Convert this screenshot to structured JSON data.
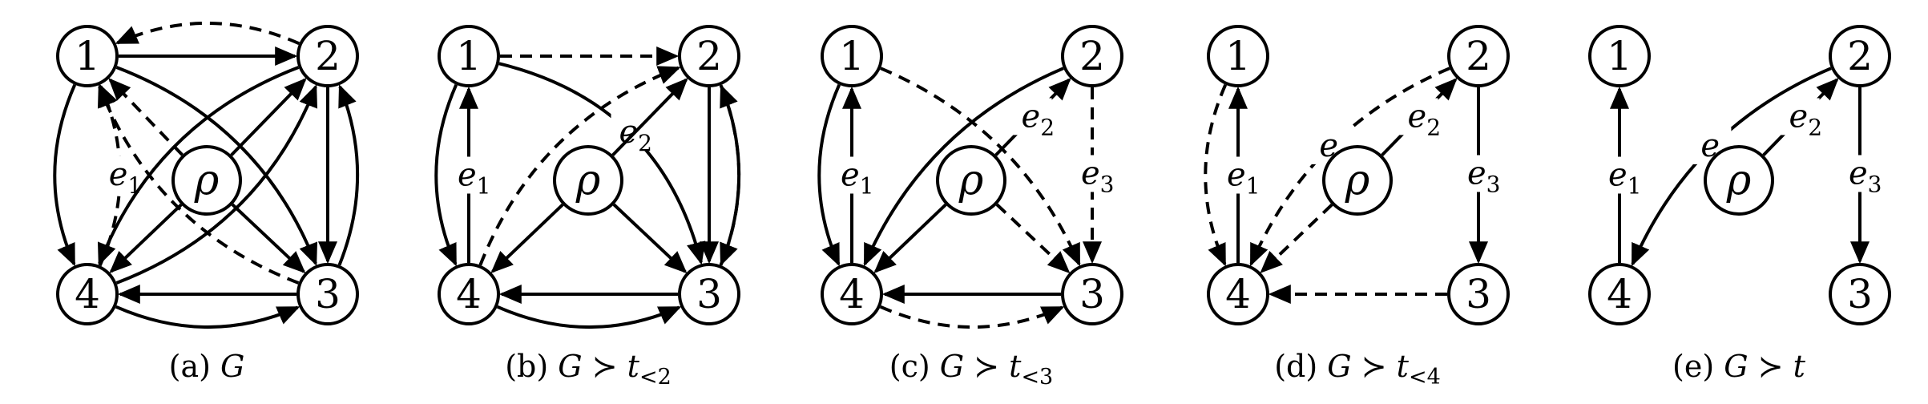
{
  "rho_label": "ρ",
  "panels": [
    {
      "caption": "(a) G",
      "nodes": [
        "1",
        "2",
        "3",
        "4"
      ],
      "edges": [
        {
          "from": "1",
          "to": "2",
          "style": "solid",
          "bend": 0
        },
        {
          "from": "2",
          "to": "1",
          "style": "dashed",
          "bend": 0.22
        },
        {
          "from": "4",
          "to": "1",
          "style": "dashed",
          "bend": 0.22,
          "label": "e1"
        },
        {
          "from": "1",
          "to": "4",
          "style": "solid",
          "bend": 0.22
        },
        {
          "from": "1",
          "to": "3",
          "style": "solid",
          "bend": -0.22
        },
        {
          "from": "3",
          "to": "1",
          "style": "dashed",
          "bend": -0.22
        },
        {
          "from": "2",
          "to": "3",
          "style": "solid",
          "bend": 0
        },
        {
          "from": "3",
          "to": "2",
          "style": "solid",
          "bend": 0.2
        },
        {
          "from": "2",
          "to": "4",
          "style": "solid",
          "bend": 0.22
        },
        {
          "from": "4",
          "to": "2",
          "style": "solid",
          "bend": 0.22
        },
        {
          "from": "3",
          "to": "4",
          "style": "solid",
          "bend": 0
        },
        {
          "from": "4",
          "to": "3",
          "style": "solid",
          "bend": 0.22
        },
        {
          "from": "rho",
          "to": "1",
          "style": "dashed",
          "bend": 0
        },
        {
          "from": "rho",
          "to": "2",
          "style": "solid",
          "bend": 0
        },
        {
          "from": "rho",
          "to": "3",
          "style": "solid",
          "bend": 0
        },
        {
          "from": "rho",
          "to": "4",
          "style": "solid",
          "bend": 0
        }
      ]
    },
    {
      "caption": "(b) G ≻ t<2",
      "nodes": [
        "1",
        "2",
        "3",
        "4"
      ],
      "edges": [
        {
          "from": "1",
          "to": "2",
          "style": "dashed",
          "bend": 0
        },
        {
          "from": "4",
          "to": "1",
          "style": "solid",
          "bend": 0,
          "label": "e1"
        },
        {
          "from": "1",
          "to": "4",
          "style": "solid",
          "bend": 0.22
        },
        {
          "from": "1",
          "to": "3",
          "style": "solid",
          "bend": -0.3,
          "label": "e2"
        },
        {
          "from": "4",
          "to": "2",
          "style": "dashed",
          "bend": -0.22
        },
        {
          "from": "2",
          "to": "3",
          "style": "solid",
          "bend": 0
        },
        {
          "from": "2",
          "to": "3",
          "style": "dashed",
          "bend": -0.2
        },
        {
          "from": "3",
          "to": "2",
          "style": "solid",
          "bend": 0.2
        },
        {
          "from": "3",
          "to": "4",
          "style": "solid",
          "bend": 0
        },
        {
          "from": "4",
          "to": "3",
          "style": "solid",
          "bend": 0.22
        },
        {
          "from": "rho",
          "to": "2",
          "style": "solid",
          "bend": 0
        },
        {
          "from": "rho",
          "to": "3",
          "style": "solid",
          "bend": 0
        },
        {
          "from": "rho",
          "to": "4",
          "style": "solid",
          "bend": 0
        }
      ]
    },
    {
      "caption": "(c) G ≻ t<3",
      "nodes": [
        "1",
        "2",
        "3",
        "4"
      ],
      "edges": [
        {
          "from": "1",
          "to": "3",
          "style": "dashed",
          "bend": -0.2
        },
        {
          "from": "4",
          "to": "1",
          "style": "solid",
          "bend": 0,
          "label": "e1"
        },
        {
          "from": "1",
          "to": "4",
          "style": "solid",
          "bend": 0.22
        },
        {
          "from": "rho",
          "to": "2",
          "style": "solid",
          "bend": 0,
          "label": "e2"
        },
        {
          "from": "2",
          "to": "3",
          "style": "dashed",
          "bend": 0,
          "label": "e3"
        },
        {
          "from": "2",
          "to": "4",
          "style": "solid",
          "bend": 0.2
        },
        {
          "from": "3",
          "to": "4",
          "style": "solid",
          "bend": 0
        },
        {
          "from": "4",
          "to": "3",
          "style": "dashed",
          "bend": 0.22
        },
        {
          "from": "rho",
          "to": "3",
          "style": "dashed",
          "bend": 0
        },
        {
          "from": "rho",
          "to": "4",
          "style": "solid",
          "bend": 0
        }
      ]
    },
    {
      "caption": "(d) G ≻ t<4",
      "nodes": [
        "1",
        "2",
        "3",
        "4"
      ],
      "edges": [
        {
          "from": "4",
          "to": "1",
          "style": "solid",
          "bend": 0,
          "label": "e1"
        },
        {
          "from": "1",
          "to": "4",
          "style": "dashed",
          "bend": 0.22
        },
        {
          "from": "rho",
          "to": "2",
          "style": "solid",
          "bend": 0,
          "label": "e2"
        },
        {
          "from": "2",
          "to": "3",
          "style": "solid",
          "bend": 0,
          "label": "e3"
        },
        {
          "from": "2",
          "to": "4",
          "style": "dashed",
          "bend": 0.2,
          "label": "e4"
        },
        {
          "from": "3",
          "to": "4",
          "style": "dashed",
          "bend": 0
        },
        {
          "from": "rho",
          "to": "4",
          "style": "dashed",
          "bend": 0
        }
      ]
    },
    {
      "caption": "(e) G ≻ t",
      "nodes": [
        "1",
        "2",
        "3",
        "4"
      ],
      "edges": [
        {
          "from": "4",
          "to": "1",
          "style": "solid",
          "bend": 0,
          "label": "e1"
        },
        {
          "from": "rho",
          "to": "2",
          "style": "solid",
          "bend": 0,
          "label": "e2"
        },
        {
          "from": "2",
          "to": "3",
          "style": "solid",
          "bend": 0,
          "label": "e3"
        },
        {
          "from": "2",
          "to": "4",
          "style": "solid",
          "bend": 0.2,
          "label": "e4"
        }
      ]
    }
  ]
}
